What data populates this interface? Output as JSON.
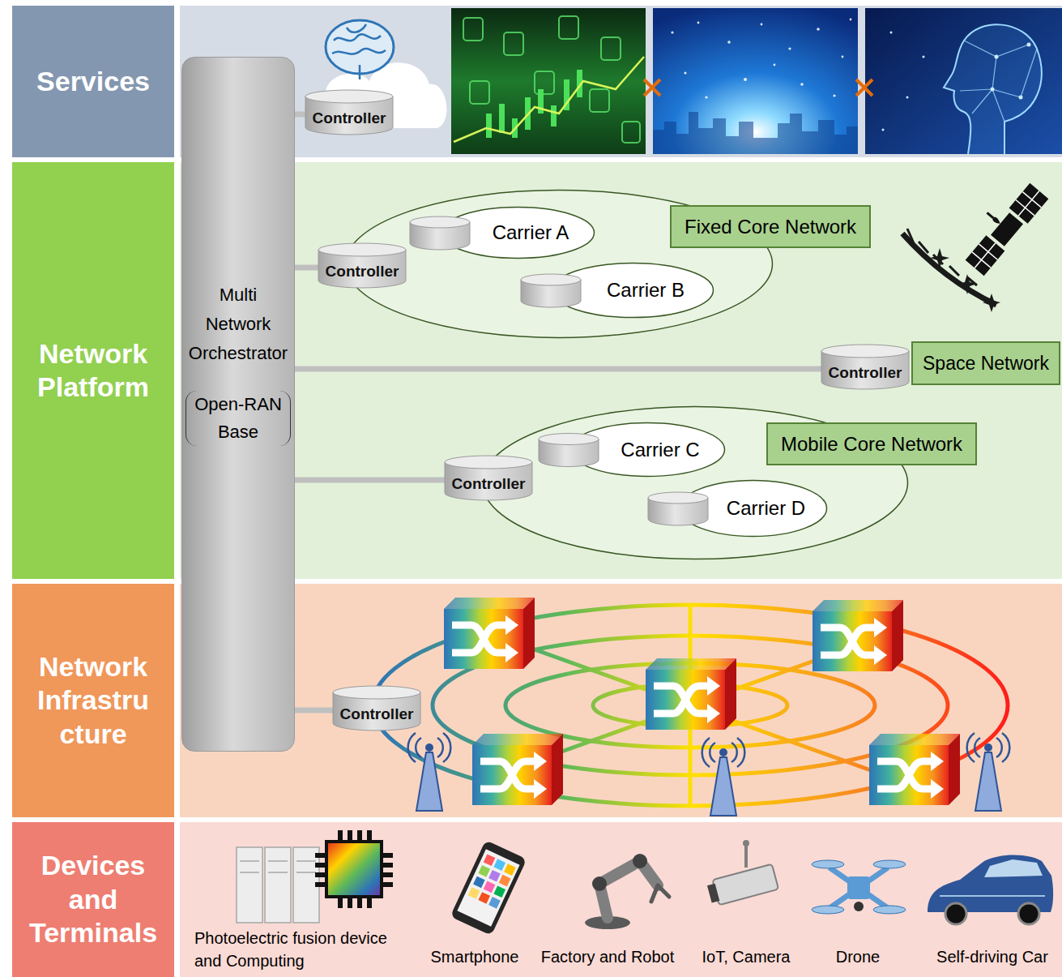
{
  "diagram": {
    "nodes": [
      {
        "text": [
          "Multi Network Orchestrator",
          "Open-RAN Base"
        ]
      },
      {
        "text": [
          "Services"
        ]
      },
      {
        "text": [
          "Controller"
        ]
      },
      {
        "text": [
          "Network Platform"
        ]
      },
      {
        "text": [
          "Fixed Core Network"
        ]
      },
      {
        "text": [
          "Controller"
        ],
        "in": 4
      },
      {
        "text": [
          "Carrier A"
        ],
        "in": 4
      },
      {
        "text": [
          "Carrier B"
        ],
        "in": 4
      },
      {
        "text": [
          "Controller"
        ]
      },
      {
        "text": [
          "Space Network"
        ]
      },
      {
        "text": [
          "Mobile Core Network"
        ]
      },
      {
        "text": [
          "Controller"
        ],
        "in": 10
      },
      {
        "text": [
          "Carrier C"
        ],
        "in": 10
      },
      {
        "text": [
          "Carrier D"
        ],
        "in": 10
      },
      {
        "text": [
          "Network Infrastructure"
        ]
      },
      {
        "text": [
          "Controller"
        ]
      },
      {
        "text": [
          "Devices and Terminals"
        ]
      }
    ],
    "edges": [
      {
        "from": 0,
        "to": 2,
        "arrow": "none"
      },
      {
        "from": 0,
        "to": 5,
        "arrow": "none"
      },
      {
        "from": 0,
        "to": 8,
        "arrow": "none"
      },
      {
        "from": 0,
        "to": 11,
        "arrow": "none"
      },
      {
        "from": 0,
        "to": 15,
        "arrow": "none"
      }
    ],
    "labels": [
      "Photoelectric fusion device and Computing",
      "Smartphone",
      "Factory and Robot",
      "IoT, Camera",
      "Drone",
      "Self-driving Car"
    ]
  }
}
